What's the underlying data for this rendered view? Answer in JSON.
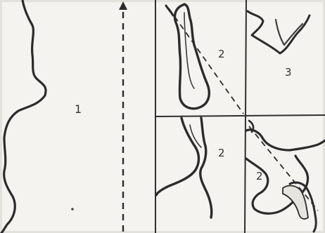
{
  "figure": {
    "labels": {
      "region_1": "1",
      "region_2_top": "2",
      "region_3": "3",
      "region_2_bottom": "2",
      "region_2_right": "2"
    },
    "colors": {
      "paper": "#f3f2ee",
      "ink": "#2b2b2b",
      "shadow": "#d9d8d3"
    }
  }
}
